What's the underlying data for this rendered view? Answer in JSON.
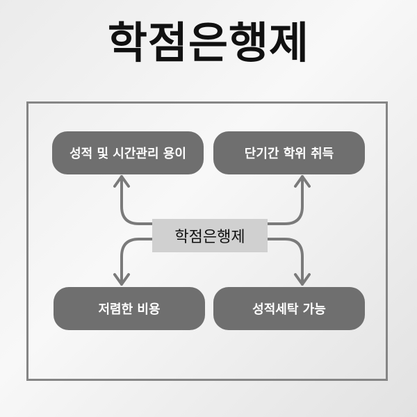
{
  "title": "학점은행제",
  "center": {
    "label": "학점은행제"
  },
  "nodes": {
    "top_left": "성적 및 시간관리 용이",
    "top_right": "단기간 학위 취득",
    "bottom_left": "저렴한 비용",
    "bottom_right": "성적세탁 가능"
  },
  "colors": {
    "node_fill": "#6f6f6f",
    "center_fill": "#d0d0d0",
    "connector": "#7a7a7a",
    "frame": "#858585"
  }
}
